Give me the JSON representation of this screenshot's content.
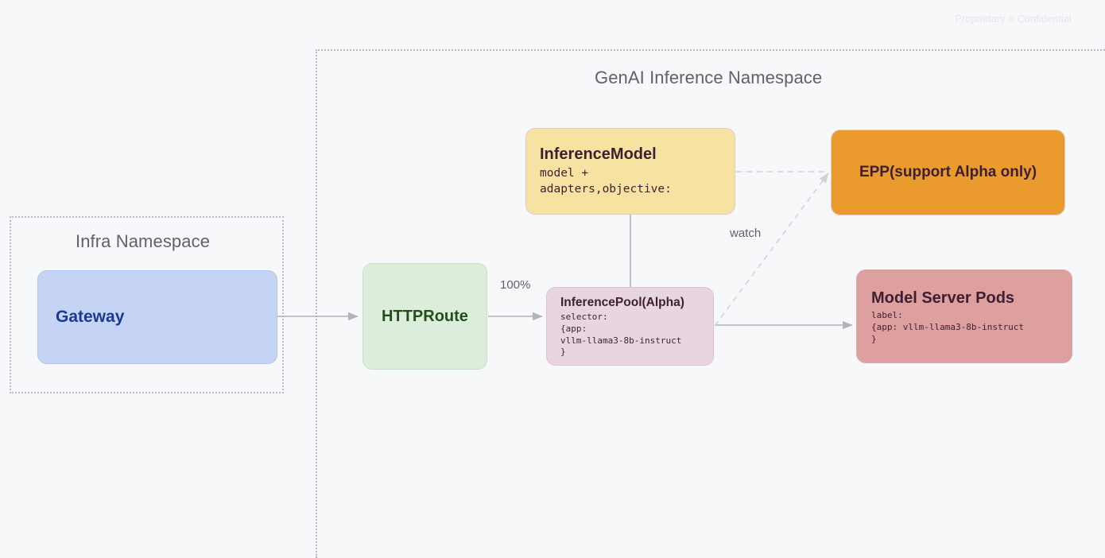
{
  "watermark": "Proprietary + Confidential",
  "namespaces": {
    "genai": {
      "title": "GenAI Inference Namespace"
    },
    "infra": {
      "title": "Infra Namespace"
    }
  },
  "nodes": {
    "gateway": {
      "title": "Gateway",
      "color": "#c5d4f5"
    },
    "httproute": {
      "title": "HTTPRoute",
      "color": "#dceedb"
    },
    "inference_model": {
      "title": "InferenceModel",
      "body": "model +\nadapters,objective:",
      "color": "#f7e3a1"
    },
    "inference_pool": {
      "title": "InferencePool(Alpha)",
      "body": "selector:\n{app:\nvllm-llama3-8b-instruct\n}",
      "color": "#e8d5e0"
    },
    "epp": {
      "title": "EPP(support Alpha only)",
      "color": "#eb9b2d"
    },
    "model_server_pods": {
      "title": "Model Server Pods",
      "body": "label:\n{app: vllm-llama3-8b-instruct\n}",
      "color": "#de9f9f"
    }
  },
  "edges": {
    "gateway_to_httproute": {
      "label": "",
      "style": "solid"
    },
    "httproute_to_pool": {
      "label": "100%",
      "style": "solid"
    },
    "model_to_pool": {
      "label": "",
      "style": "solid"
    },
    "pool_to_pods": {
      "label": "",
      "style": "solid"
    },
    "model_to_epp": {
      "label": "",
      "style": "dashed"
    },
    "pool_to_epp": {
      "label": "watch",
      "style": "dashed"
    }
  },
  "colors": {
    "background": "#f7f8fa",
    "namespace_border": "#b9bcc4",
    "edge": "#b0b3b8",
    "dashed_edge": "#c8cbd0"
  }
}
